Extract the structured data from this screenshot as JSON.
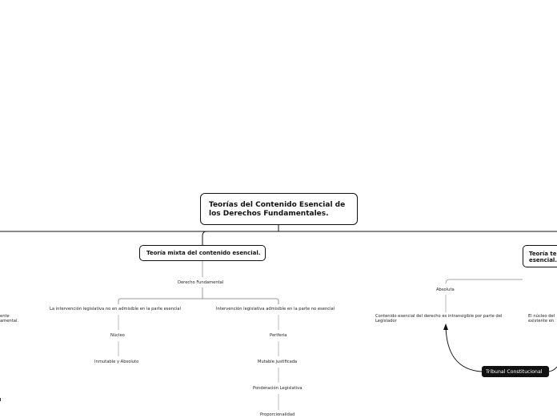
{
  "root": {
    "line1": "Teorías del Contenido Esencial de",
    "line2": "los Derechos Fundamentales."
  },
  "mixta": {
    "title": "Teoría mixta del contenido esencial.",
    "derecho": "Derecho Fundamental",
    "left_branch": "La intervención legislativa no en admisible en la parte esencial",
    "right_branch": "Intervención legislativa admisible en la parte no esencial",
    "nucleo": "Núcleo",
    "inmutable": "Inmutable y Absoluto",
    "periferia": "Periferia",
    "mutable": "Mutable justificada",
    "ponderacion": "Ponderación Legislativa",
    "proporcionalidad": "Proporcionalidad"
  },
  "right_topic": {
    "title_line1": "Teoría te",
    "title_line2": "esencial.",
    "absoluta": "Absoluta",
    "contenido_line1": "Contenido esencial del derecho es intransigible por parte del",
    "contenido_line2": "Legislador",
    "nucleo_line1": "El núcleo del",
    "nucleo_line2": "existente en"
  },
  "tribunal": {
    "label": "Tribunal Constitucional"
  },
  "left_edge": {
    "line1": "ente",
    "line2": "amental."
  }
}
